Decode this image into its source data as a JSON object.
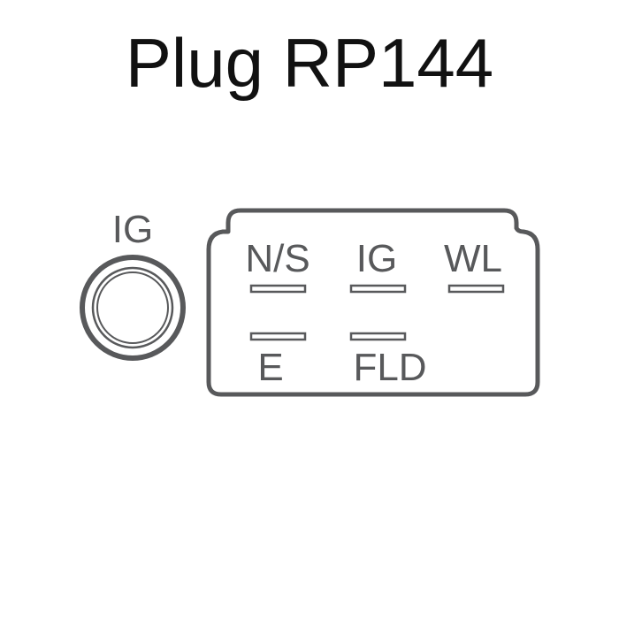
{
  "title": "Plug RP144",
  "ig_terminal": {
    "label": "IG"
  },
  "connector": {
    "top_row": [
      {
        "label": "N/S"
      },
      {
        "label": "IG"
      },
      {
        "label": "WL"
      }
    ],
    "bottom_row": [
      {
        "label": "E"
      },
      {
        "label": "FLD"
      }
    ]
  },
  "colors": {
    "outline": "#58595b",
    "title": "#111111"
  }
}
